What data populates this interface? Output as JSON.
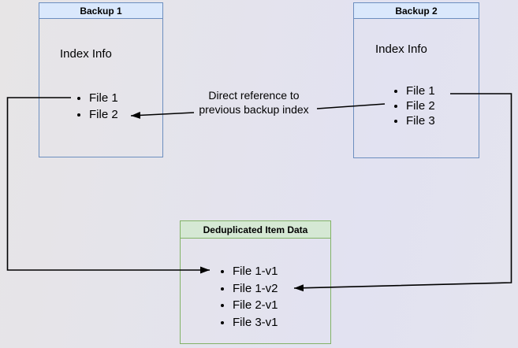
{
  "diagram": {
    "backup1": {
      "title": "Backup 1",
      "section": "Index Info",
      "files": [
        "File 1",
        "File 2"
      ]
    },
    "backup2": {
      "title": "Backup 2",
      "section": "Index Info",
      "files": [
        "File 1",
        "File 2",
        "File 3"
      ]
    },
    "dedup": {
      "title": "Deduplicated Item Data",
      "files": [
        "File 1-v1",
        "File 1-v2",
        "File 2-v1",
        "File 3-v1"
      ]
    },
    "annotation": "Direct reference to\nprevious backup index"
  },
  "colors": {
    "canvas_start": "#e7e5e6",
    "canvas_end": "#e2e2f1",
    "blue_fill": "#dae8fc",
    "blue_stroke": "#6c8ebf",
    "green_fill": "#d5e8d4",
    "green_stroke": "#82b366",
    "arrow": "#000000",
    "text": "#000000"
  }
}
